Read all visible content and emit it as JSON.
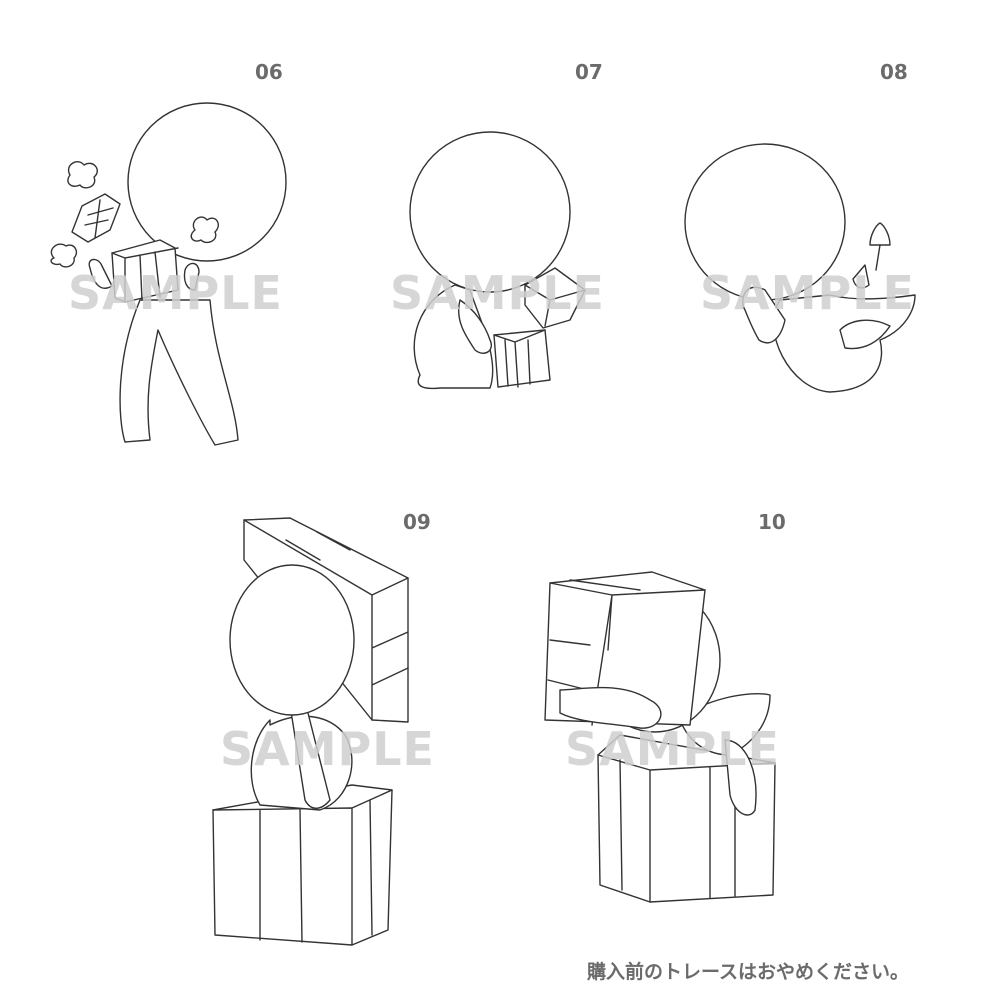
{
  "poses": [
    {
      "number": "06"
    },
    {
      "number": "07"
    },
    {
      "number": "08"
    },
    {
      "number": "09"
    },
    {
      "number": "10"
    }
  ],
  "watermark": "SAMPLE",
  "notice": "購入前のトレースはおやめください。"
}
